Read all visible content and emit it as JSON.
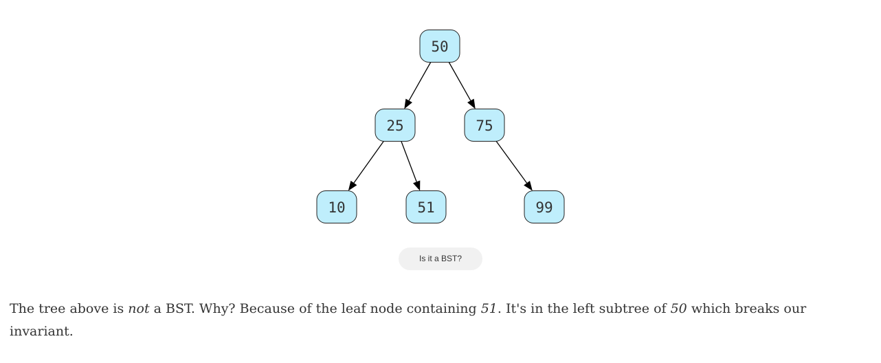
{
  "diagram": {
    "nodes": [
      {
        "id": "n50",
        "label": "50"
      },
      {
        "id": "n25",
        "label": "25"
      },
      {
        "id": "n75",
        "label": "75"
      },
      {
        "id": "n10",
        "label": "10"
      },
      {
        "id": "n51",
        "label": "51"
      },
      {
        "id": "n99",
        "label": "99"
      }
    ],
    "edges": [
      {
        "from": "n50",
        "to": "n25"
      },
      {
        "from": "n50",
        "to": "n75"
      },
      {
        "from": "n25",
        "to": "n10"
      },
      {
        "from": "n25",
        "to": "n51"
      },
      {
        "from": "n75",
        "to": "n99"
      }
    ],
    "node_fill": "#bfeefc"
  },
  "button": {
    "label": "Is it a BST?"
  },
  "text": {
    "part1": "The tree above is ",
    "emph1": "not",
    "part2": " a BST. Why? Because of the leaf node containing ",
    "emph2": "51",
    "part3": ". It's in the left subtree of ",
    "emph3": "50",
    "part4": " which breaks our invariant."
  }
}
